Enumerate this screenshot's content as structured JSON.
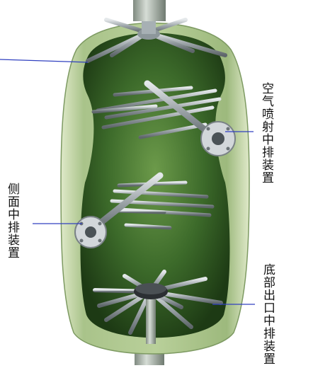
{
  "labels": {
    "air_spray_distributor": "空气喷射中排装置",
    "side_distributor": "侧面中排装置",
    "bottom_outlet_distributor": "底部出口中排装置"
  },
  "colors": {
    "shell_outer": "#cfe0b4",
    "shell_inner": "#2f5a22",
    "pipe_metal": "#9aa2a6",
    "leader_line": "#3040c0"
  }
}
